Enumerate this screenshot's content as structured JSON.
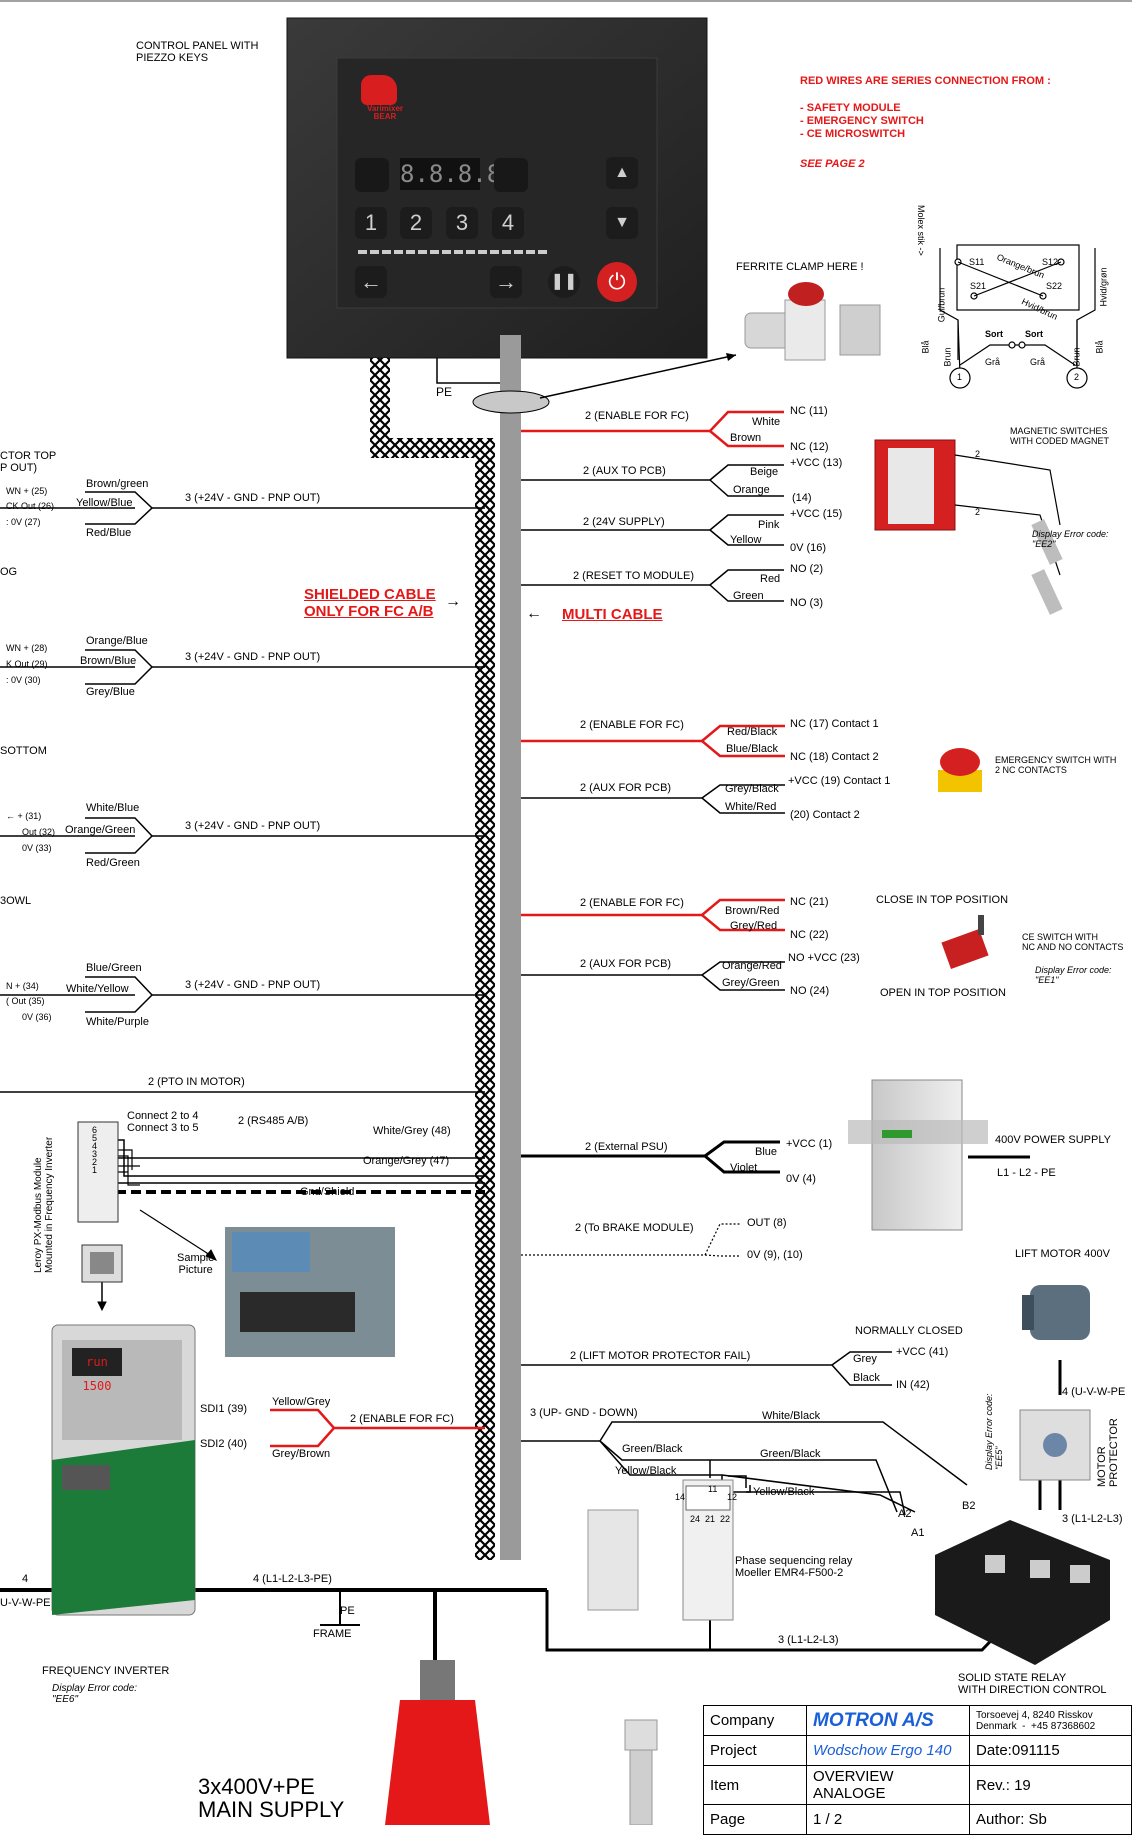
{
  "header": {
    "control_panel": "CONTROL PANEL WITH\nPIEZZO KEYS",
    "red_wires_title": "RED WIRES ARE SERIES CONNECTION FROM :",
    "red_wires_items": [
      "- SAFETY MODULE",
      "- EMERGENCY SWITCH",
      "- CE MICROSWITCH"
    ],
    "see_page": "SEE PAGE 2"
  },
  "panel": {
    "display": "8.8.8.8",
    "keys": [
      "1",
      "2",
      "3",
      "4"
    ],
    "brand": "Varimixer BEAR",
    "pe": "PE"
  },
  "ferrite": "FERRITE CLAMP HERE !",
  "multi_cable": "MULTI CABLE",
  "shielded_cable": [
    "SHIELDED CABLE",
    "ONLY FOR FC A/B"
  ],
  "left_sensors": [
    {
      "group": "CTOR TOP\nP OUT)",
      "pins": [
        "WN  + (25)",
        "CK  Out (26)",
        ":   0V (27)"
      ],
      "wires": [
        "Brown/green",
        "Yellow/Blue",
        "Red/Blue"
      ],
      "cable": "3 (+24V - GND - PNP OUT)"
    },
    {
      "group": "OG",
      "pins": [
        "WN  + (28)",
        "K  Out (29)",
        ":   0V (30)"
      ],
      "wires": [
        "Orange/Blue",
        "Brown/Blue",
        "Grey/Blue"
      ],
      "cable": "3 (+24V - GND - PNP OUT)"
    },
    {
      "group": "SOTTOM",
      "pins": [
        "←  + (31)",
        "Out (32)",
        "0V (33)"
      ],
      "wires": [
        "White/Blue",
        "Orange/Green",
        "Red/Green"
      ],
      "cable": "3 (+24V - GND - PNP OUT)"
    },
    {
      "group": "3OWL",
      "pins": [
        "N  + (34)",
        "( Out (35)",
        "0V (36)"
      ],
      "wires": [
        "Blue/Green",
        "White/Yellow",
        "White/Purple"
      ],
      "cable": "3 (+24V - GND - PNP OUT)"
    }
  ],
  "safety_module": {
    "lines": [
      {
        "cable": "2  (ENABLE FOR FC)",
        "wires": [
          "White",
          "Brown"
        ],
        "terms": [
          "NC (11)",
          "NC (12)"
        ]
      },
      {
        "cable": "2  (AUX TO PCB)",
        "wires": [
          "Beige",
          "Orange"
        ],
        "terms": [
          "+VCC (13)",
          "(14)"
        ]
      },
      {
        "cable": "2  (24V SUPPLY)",
        "wires": [
          "Pink",
          "Yellow"
        ],
        "terms": [
          "+VCC (15)",
          "0V (16)"
        ]
      },
      {
        "cable": "2  (RESET TO MODULE)",
        "wires": [
          "Red",
          "Green"
        ],
        "terms": [
          "NO (2)",
          "NO (3)"
        ]
      }
    ],
    "magnetic": "MAGNETIC SWITCHES\nWITH CODED MAGNET",
    "error": "Display Error code:\n\"EE2\"",
    "mag_counts": [
      "2",
      "2"
    ]
  },
  "molex": {
    "label": "Molex stik ->",
    "terms": [
      "S11",
      "S12",
      "S21",
      "S22",
      "1",
      "2"
    ],
    "wires": [
      "Orange/brun",
      "Hvid/brun",
      "Gul/brun",
      "Hvid/grøn",
      "Sort",
      "Sort",
      "Grå",
      "Grå",
      "Brun",
      "Blå",
      "Brun",
      "Blå"
    ]
  },
  "emergency": {
    "lines": [
      {
        "cable": "2  (ENABLE FOR FC)",
        "wires": [
          "Red/Black",
          "Blue/Black"
        ],
        "terms": [
          "NC (17)  Contact 1",
          "NC (18) Contact 2"
        ]
      },
      {
        "cable": "2  (AUX FOR PCB)",
        "wires": [
          "Grey/Black",
          "White/Red"
        ],
        "terms": [
          "+VCC (19) Contact 1",
          "(20) Contact 2"
        ]
      }
    ],
    "label": "EMERGENCY SWITCH WITH\n2 NC CONTACTS"
  },
  "ce_switch": {
    "lines": [
      {
        "cable": "2 (ENABLE FOR FC)",
        "wires": [
          "Brown/Red",
          "Grey/Red"
        ],
        "terms": [
          "NC (21)",
          "NC (22)"
        ]
      },
      {
        "cable": "2 (AUX FOR PCB)",
        "wires": [
          "Orange/Red",
          "Grey/Green"
        ],
        "terms": [
          "NO +VCC (23)",
          "NO (24)"
        ]
      }
    ],
    "close_top": "CLOSE IN TOP POSITION",
    "open_top": "OPEN IN TOP POSITION",
    "label": "CE SWITCH WITH\nNC AND NO CONTACTS",
    "error": "Display Error code:\n\"EE1\""
  },
  "pto": "2  (PTO IN MOTOR)",
  "modbus": {
    "module": "Leroy PX-Modbus Module\nMounted in Frequency Inverter",
    "connect": "Connect 2 to 4\nConnect 3 to 5",
    "rs485": "2  (RS485 A/B)",
    "white_grey": "White/Grey (48)",
    "orange_grey": "Orange/Grey (47)",
    "shield": "Gnd/Shield",
    "sample": "Sample\nPicture",
    "pins": [
      "1",
      "2",
      "3",
      "4",
      "5",
      "6"
    ]
  },
  "psu": {
    "cable": "2  (External PSU)",
    "wires": [
      "Blue",
      "Violet"
    ],
    "terms": [
      "+VCC (1)",
      "0V (4)"
    ],
    "label": "400V POWER SUPPLY",
    "input": "L1 - L2 - PE"
  },
  "brake": {
    "cable": "2  (To BRAKE MODULE)",
    "terms": [
      "OUT (8)",
      "0V (9), (10)"
    ]
  },
  "motor_protector": {
    "normally_closed": "NORMALLY CLOSED",
    "cable": "2 (LIFT MOTOR PROTECTOR FAIL)",
    "wires": [
      "Grey",
      "Black"
    ],
    "terms": [
      "+VCC (41)",
      "IN (42)"
    ],
    "lift_motor": "LIFT MOTOR 400V",
    "motor_cable": "4 (U-V-W-PE",
    "label": "MOTOR\nPROTECTOR",
    "error": "Display Error code:\n\"EE5\"",
    "l123": "3 (L1-L2-L3)"
  },
  "inverter": {
    "sdi1": "SDI1 (39)",
    "sdi2": "SDI2 (40)",
    "wires": [
      "Yellow/Grey",
      "Grey/Brown"
    ],
    "cable": "2  (ENABLE FOR FC)",
    "label": "FREQUENCY INVERTER",
    "error": "Display Error code:\n\"EE6\"",
    "display": "run 1500",
    "left_4": "4",
    "left_uvw": "U-V-W-PE"
  },
  "direction": {
    "cable": "3 (UP- GND - DOWN)",
    "wires": [
      "White/Black",
      "Green/Black",
      "Yellow/Black",
      "Green/Black",
      "Yellow/Black"
    ],
    "terms": [
      "B2",
      "A2",
      "A1"
    ],
    "relay_terms": [
      "14",
      "11",
      "12",
      "24",
      "21",
      "22"
    ],
    "relay": "Phase sequencing relay\nMoeller EMR4-F500-2",
    "l123": "3 (L1-L2-L3)",
    "ssr": "SOLID STATE RELAY\nWITH DIRECTION CONTROL"
  },
  "supply": {
    "cable": "4 (L1-L2-L3-PE)",
    "pe": "PE",
    "frame": "FRAME",
    "main": "3x400V+PE\nMAIN SUPPLY"
  },
  "title_block": {
    "company_label": "Company",
    "company": "MOTRON A/S",
    "address": "Torsoevej 4, 8240 Risskov\nDenmark  -  +45 87368602",
    "project_label": "Project",
    "project": "Wodschow Ergo 140",
    "date": "Date:091115",
    "item_label": "Item",
    "item": "OVERVIEW ANALOGE",
    "rev": "Rev.:  19",
    "page_label": "Page",
    "page": "1 / 2",
    "author": "Author: Sb"
  }
}
